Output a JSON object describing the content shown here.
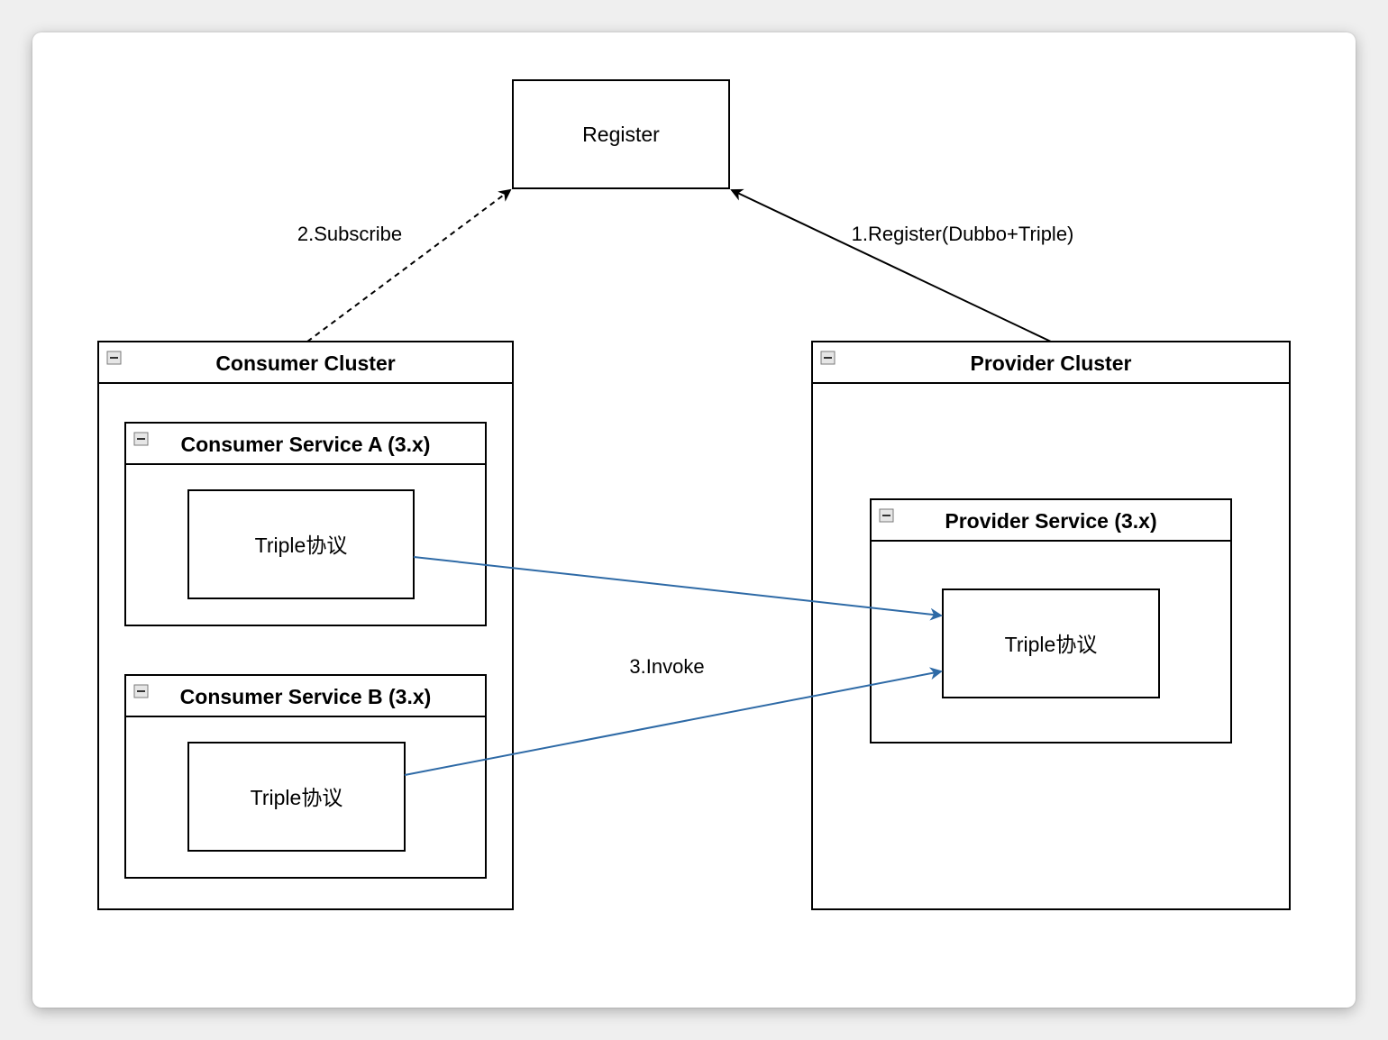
{
  "register": {
    "label": "Register"
  },
  "consumer_cluster": {
    "title": "Consumer Cluster",
    "service_a": {
      "title": "Consumer Service A (3.x)",
      "protocol": "Triple协议"
    },
    "service_b": {
      "title": "Consumer Service B (3.x)",
      "protocol": "Triple协议"
    }
  },
  "provider_cluster": {
    "title": "Provider Cluster",
    "service": {
      "title": "Provider Service (3.x)",
      "protocol": "Triple协议"
    }
  },
  "edges": {
    "subscribe": "2.Subscribe",
    "register": "1.Register(Dubbo+Triple)",
    "invoke": "3.Invoke"
  },
  "colors": {
    "invoke_arrow": "#2e6aa6",
    "stroke": "#000000",
    "background": "#efefef",
    "canvas": "#ffffff"
  }
}
